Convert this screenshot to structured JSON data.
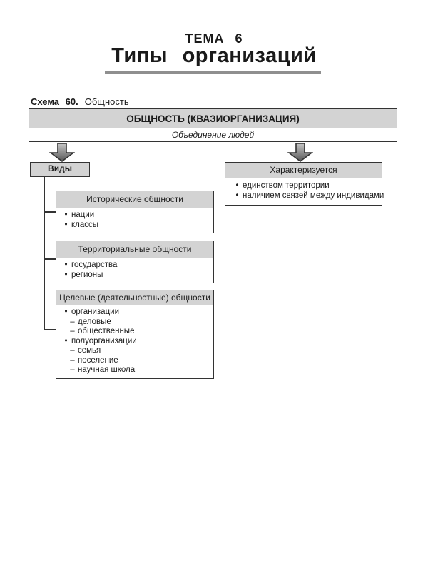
{
  "page": {
    "theme": "ТЕМА 6",
    "title": "Типы организаций",
    "scheme_label": "Схема 60.",
    "scheme_title": "Общность"
  },
  "root": {
    "title": "ОБЩНОСТЬ (КВАЗИОРГАНИЗАЦИЯ)",
    "subtitle": "Объединение людей"
  },
  "types": {
    "label": "Виды",
    "groups": [
      {
        "header": "Исторические общности",
        "items": [
          {
            "marker": "•",
            "text": "нации"
          },
          {
            "marker": "•",
            "text": "классы"
          }
        ]
      },
      {
        "header": "Территориальные общности",
        "items": [
          {
            "marker": "•",
            "text": "государства"
          },
          {
            "marker": "•",
            "text": "регионы"
          }
        ]
      },
      {
        "header": "Целевые (деятельностные) общности",
        "items": [
          {
            "marker": "•",
            "text": "организации"
          },
          {
            "marker": "–",
            "text": "деловые"
          },
          {
            "marker": "–",
            "text": "общественные"
          },
          {
            "marker": "•",
            "text": "полуорганизации"
          },
          {
            "marker": "–",
            "text": "семья"
          },
          {
            "marker": "–",
            "text": "поселение"
          },
          {
            "marker": "–",
            "text": "научная школа"
          }
        ]
      }
    ]
  },
  "characteristics": {
    "header": "Характеризуется",
    "items": [
      {
        "marker": "•",
        "text": "единством территории"
      },
      {
        "marker": "•",
        "text": "наличием связей между индивидами"
      }
    ]
  },
  "colors": {
    "header_fill": "#d3d3d3",
    "border": "#333333",
    "title_rule": "#8f8f8f",
    "arrow_light": "#c6c6c6",
    "arrow_dark": "#585858",
    "text": "#1a1a1a"
  }
}
